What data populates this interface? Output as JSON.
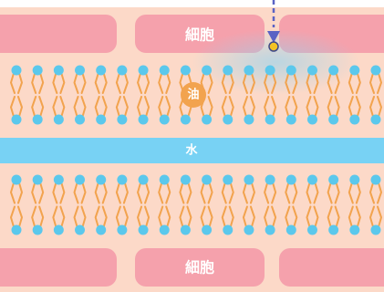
{
  "labels": {
    "cell_top": "細胞",
    "cell_bottom": "細胞",
    "oil": "油",
    "water": "水"
  },
  "colors": {
    "background": "#fcd9c8",
    "cell": "#f5a1ac",
    "water_band": "#78d2f4",
    "phospholipid_head": "#5bc8ec",
    "phospholipid_tail": "#f2a34e",
    "oil_drop": "#f2a34e",
    "pointer": "#5a63c4",
    "pointer_dot": "#f3c324",
    "glow": "#8fd3f2"
  },
  "structure": {
    "lipid_columns": 18,
    "bilayers": 2
  }
}
